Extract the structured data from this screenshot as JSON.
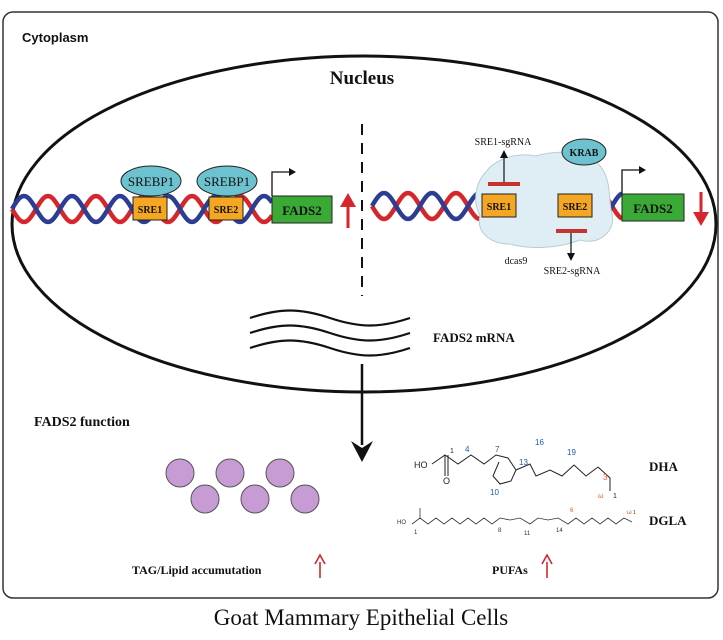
{
  "cytoplasm_label": "Cytoplasm",
  "nucleus_label": "Nucleus",
  "left_panel": {
    "protein_1": "SREBP1",
    "protein_2": "SREBP1",
    "element_1": "SRE1",
    "element_2": "SRE2",
    "gene": "FADS2"
  },
  "right_panel": {
    "sgrna_1": "SRE1-sgRNA",
    "sgrna_2": "SRE2-sgRNA",
    "repressor": "KRAB",
    "dcas_label": "dcas9",
    "element_1": "SRE1",
    "element_2": "SRE2",
    "gene": "FADS2"
  },
  "mrna_label": "FADS2 mRNA",
  "function_label": "FADS2 function",
  "tag_label": "TAG/Lipid accumutation",
  "pufa_label": "PUFAs",
  "dha": {
    "name": "DHA",
    "ho": "HO",
    "o": "O",
    "n1": "1",
    "n4": "4",
    "n7": "7",
    "n10": "10",
    "n13": "13",
    "n16": "16",
    "n19": "19",
    "n3": "3",
    "omega": "ω",
    "omega1": "1"
  },
  "dgla": {
    "name": "DGLA",
    "ho": "HO",
    "n1": "1",
    "n8": "8",
    "n11": "11",
    "n14": "14",
    "n6": "6",
    "omega": "ω",
    "omega1": "1"
  },
  "caption": "Goat Mammary Epithelial Cells",
  "colors": {
    "dna_red": "#d7262b",
    "dna_blue": "#2c3e94",
    "sre_orange": "#f5a623",
    "fads2_green": "#3aa935",
    "srebp_teal": "#6cc3cf",
    "lipid_purple": "#c79bd3",
    "up_arrow": "#d7262b",
    "down_arrow": "#d7262b",
    "chem_blue": "#1f5bb0",
    "chem_orange": "#e05a1a"
  }
}
